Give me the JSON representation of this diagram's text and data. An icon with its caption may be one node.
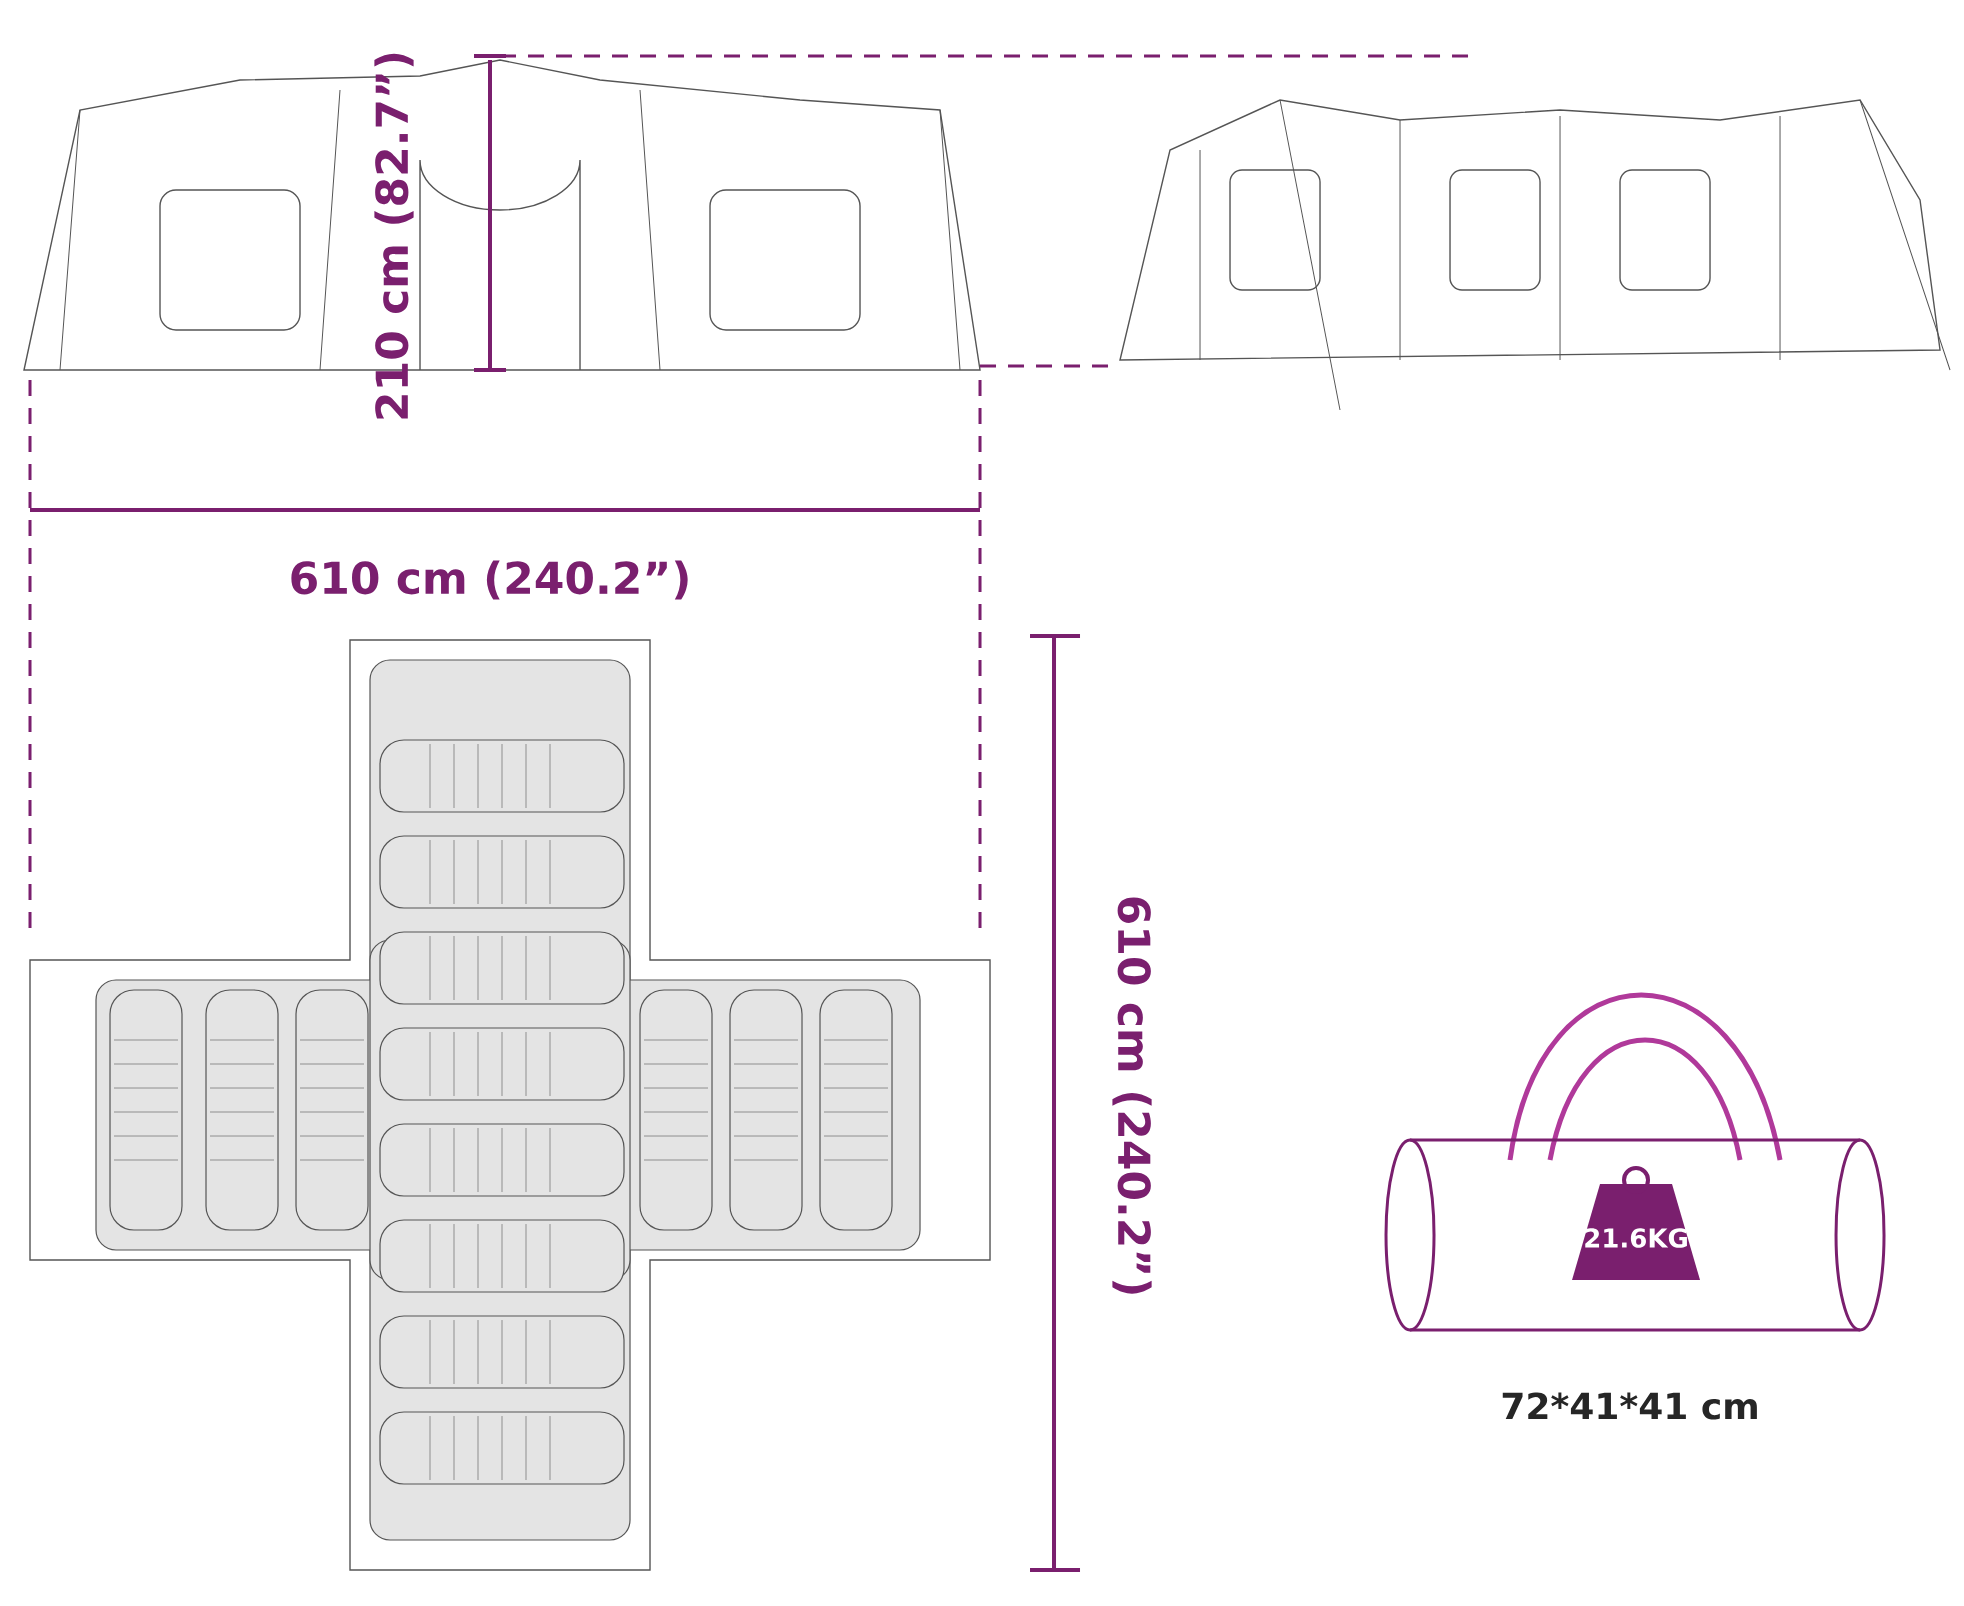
{
  "diagram": {
    "nodes": [
      {
        "text": [
          "21.6KG"
        ]
      }
    ],
    "labels": [
      "210 cm (82.7”)",
      "610 cm (240.2”)",
      "610 cm (240.2”)",
      "72*41*41 cm"
    ]
  }
}
